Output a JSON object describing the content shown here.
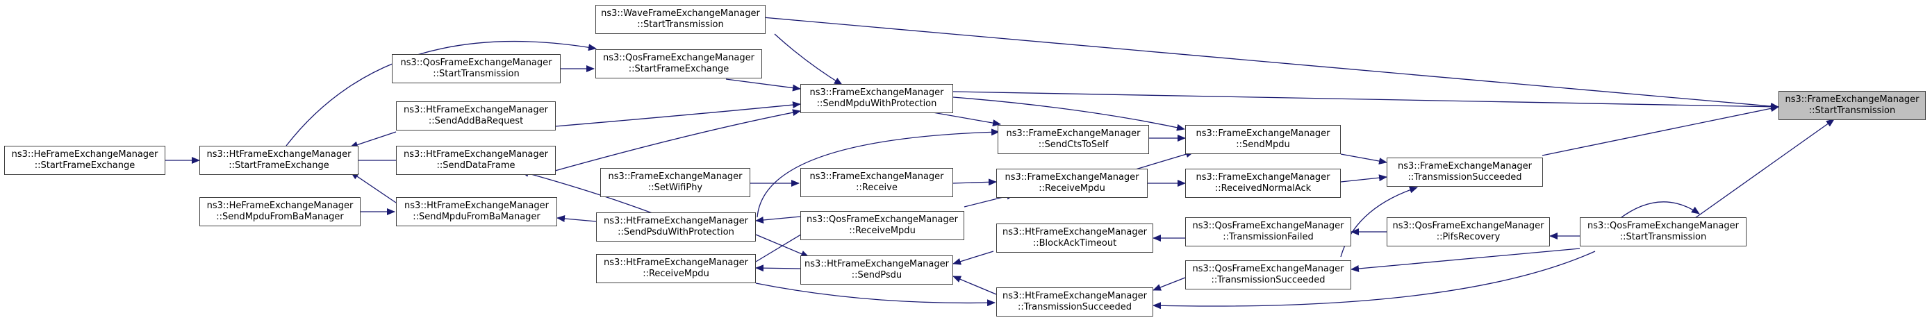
{
  "graph": {
    "edge_color": "#191970",
    "root_fill": "#bfbfbf",
    "node_fill": "#ffffff",
    "nodes": {
      "fem_start_tx": {
        "line1": "ns3::FrameExchangeManager",
        "line2": "::StartTransmission"
      },
      "wave_start_tx": {
        "line1": "ns3::WaveFrameExchangeManager",
        "line2": "::StartTransmission"
      },
      "qos_start_tx_far": {
        "line1": "ns3::QosFrameExchangeManager",
        "line2": "::StartTransmission"
      },
      "qos_start_fe": {
        "line1": "ns3::QosFrameExchangeManager",
        "line2": "::StartFrameExchange"
      },
      "fem_send_mpdu_prot": {
        "line1": "ns3::FrameExchangeManager",
        "line2": "::SendMpduWithProtection"
      },
      "ht_send_addba": {
        "line1": "ns3::HtFrameExchangeManager",
        "line2": "::SendAddBaRequest"
      },
      "he_start_fe": {
        "line1": "ns3::HeFrameExchangeManager",
        "line2": "::StartFrameExchange"
      },
      "ht_start_fe": {
        "line1": "ns3::HtFrameExchangeManager",
        "line2": "::StartFrameExchange"
      },
      "ht_send_data": {
        "line1": "ns3::HtFrameExchangeManager",
        "line2": "::SendDataFrame"
      },
      "fem_set_wifi_phy": {
        "line1": "ns3::FrameExchangeManager",
        "line2": "::SetWifiPhy"
      },
      "fem_receive": {
        "line1": "ns3::FrameExchangeManager",
        "line2": "::Receive"
      },
      "fem_send_cts_self": {
        "line1": "ns3::FrameExchangeManager",
        "line2": "::SendCtsToSelf"
      },
      "fem_send_mpdu": {
        "line1": "ns3::FrameExchangeManager",
        "line2": "::SendMpdu"
      },
      "fem_tx_succeeded": {
        "line1": "ns3::FrameExchangeManager",
        "line2": "::TransmissionSucceeded"
      },
      "he_send_mpdu_ba": {
        "line1": "ns3::HeFrameExchangeManager",
        "line2": "::SendMpduFromBaManager"
      },
      "ht_send_mpdu_ba": {
        "line1": "ns3::HtFrameExchangeManager",
        "line2": "::SendMpduFromBaManager"
      },
      "ht_send_psdu_prot": {
        "line1": "ns3::HtFrameExchangeManager",
        "line2": "::SendPsduWithProtection"
      },
      "fem_receive_mpdu": {
        "line1": "ns3::FrameExchangeManager",
        "line2": "::ReceiveMpdu"
      },
      "fem_received_normal_ack": {
        "line1": "ns3::FrameExchangeManager",
        "line2": "::ReceivedNormalAck"
      },
      "qos_receive_mpdu": {
        "line1": "ns3::QosFrameExchangeManager",
        "line2": "::ReceiveMpdu"
      },
      "ht_receive_mpdu": {
        "line1": "ns3::HtFrameExchangeManager",
        "line2": "::ReceiveMpdu"
      },
      "ht_send_psdu": {
        "line1": "ns3::HtFrameExchangeManager",
        "line2": "::SendPsdu"
      },
      "ht_block_ack_timeout": {
        "line1": "ns3::HtFrameExchangeManager",
        "line2": "::BlockAckTimeout"
      },
      "qos_tx_failed": {
        "line1": "ns3::QosFrameExchangeManager",
        "line2": "::TransmissionFailed"
      },
      "qos_pifs_recovery": {
        "line1": "ns3::QosFrameExchangeManager",
        "line2": "::PifsRecovery"
      },
      "qos_start_tx": {
        "line1": "ns3::QosFrameExchangeManager",
        "line2": "::StartTransmission"
      },
      "qos_tx_succeeded": {
        "line1": "ns3::QosFrameExchangeManager",
        "line2": "::TransmissionSucceeded"
      },
      "ht_tx_succeeded": {
        "line1": "ns3::HtFrameExchangeManager",
        "line2": "::TransmissionSucceeded"
      }
    }
  }
}
